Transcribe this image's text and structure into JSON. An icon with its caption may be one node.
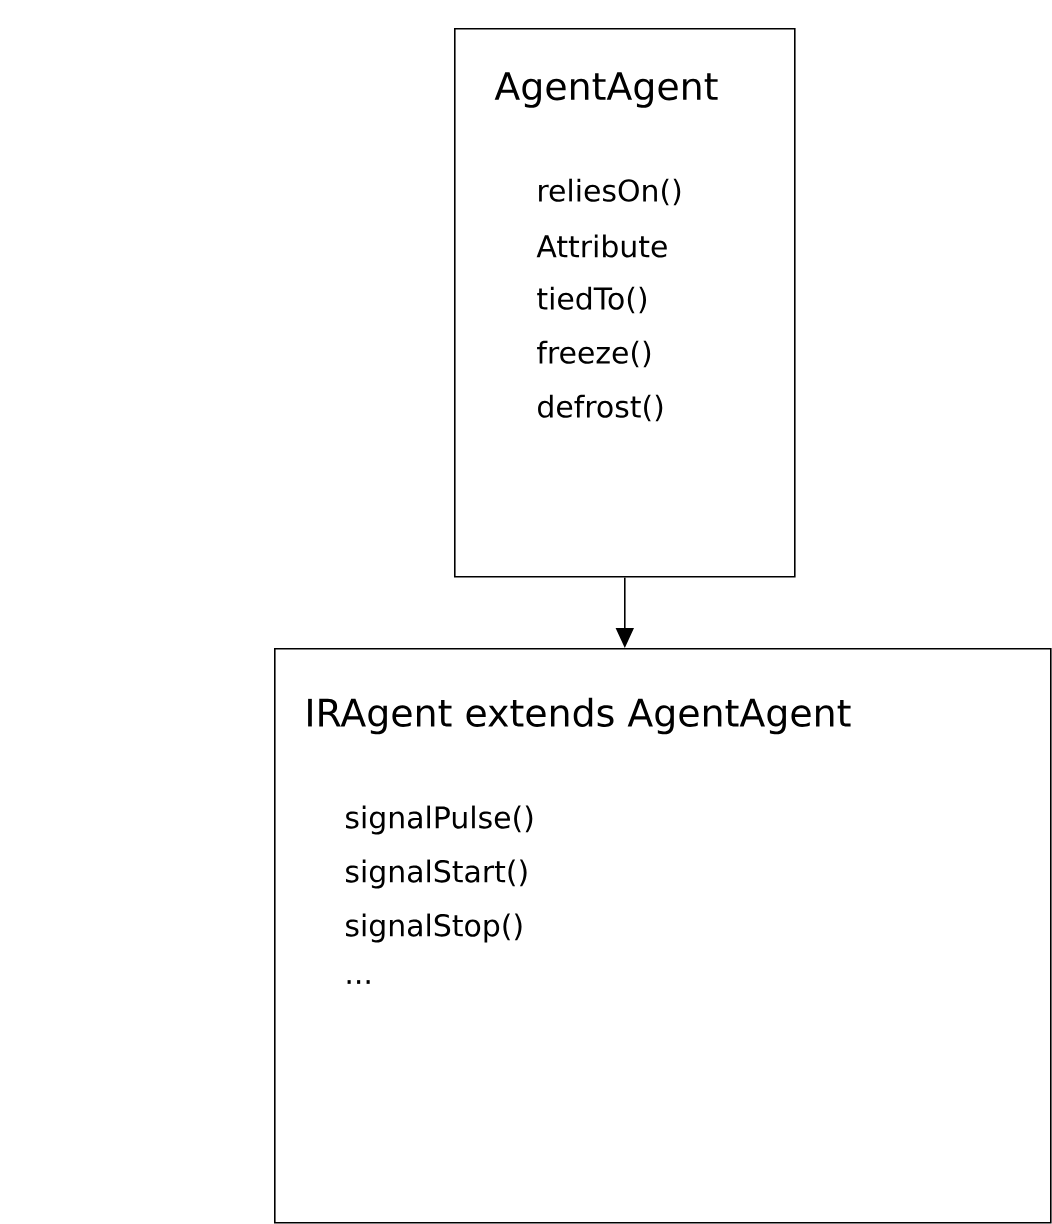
{
  "diagram": {
    "nodes": [
      {
        "text": [
          "AgentAgent",
          "reliesOn()",
          "Attribute",
          "tiedTo()",
          "freeze()",
          "defrost()"
        ]
      },
      {
        "text": [
          "IRAgent extends AgentAgent",
          "signalPulse()",
          "signalStart()",
          "signalStop()",
          "..."
        ]
      }
    ],
    "edges": [
      {
        "from": 0,
        "to": 1,
        "arrow": "to"
      }
    ]
  }
}
